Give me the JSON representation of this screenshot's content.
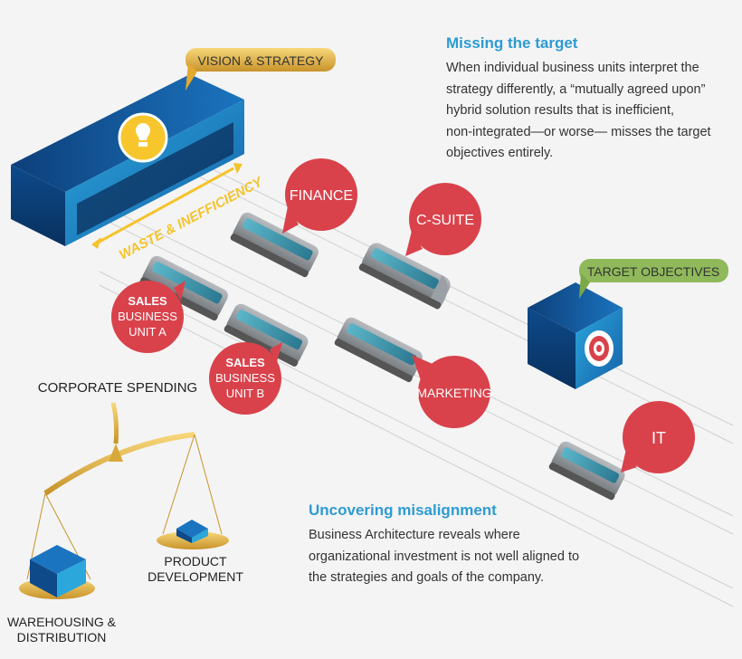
{
  "vision_label": "VISION & STRATEGY",
  "waste_label": "WASTE & INEFFICIENCY",
  "target_label": "TARGET OBJECTIVES",
  "bubbles": {
    "finance": "FINANCE",
    "csuite": "C-SUITE",
    "sales_a": [
      "SALES",
      "BUSINESS",
      "UNIT A"
    ],
    "sales_b": [
      "SALES",
      "BUSINESS",
      "UNIT B"
    ],
    "marketing": "MARKETING",
    "it": "IT"
  },
  "corporate_spending": "CORPORATE SPENDING",
  "warehousing": [
    "WAREHOUSING &",
    "DISTRIBUTION"
  ],
  "product_dev": [
    "PRODUCT",
    "DEVELOPMENT"
  ],
  "missing": {
    "title": "Missing the target",
    "lines": [
      "When individual business units interpret the",
      "strategy differently, a “mutually agreed upon”",
      "hybrid solution results that is inefficient,",
      "non-integrated—or worse— misses the target",
      "objectives entirely."
    ]
  },
  "uncovering": {
    "title": "Uncovering misalignment",
    "lines": [
      "Business Architecture reveals where",
      "organizational investment is not well aligned to",
      "the strategies and goals of the company."
    ]
  },
  "colors": {
    "accent_blue": "#2d9bd3",
    "bubble_red": "#d9424b",
    "yellow": "#f5c32c",
    "green": "#8fb95a",
    "box_blue": "#1a6fb5"
  }
}
